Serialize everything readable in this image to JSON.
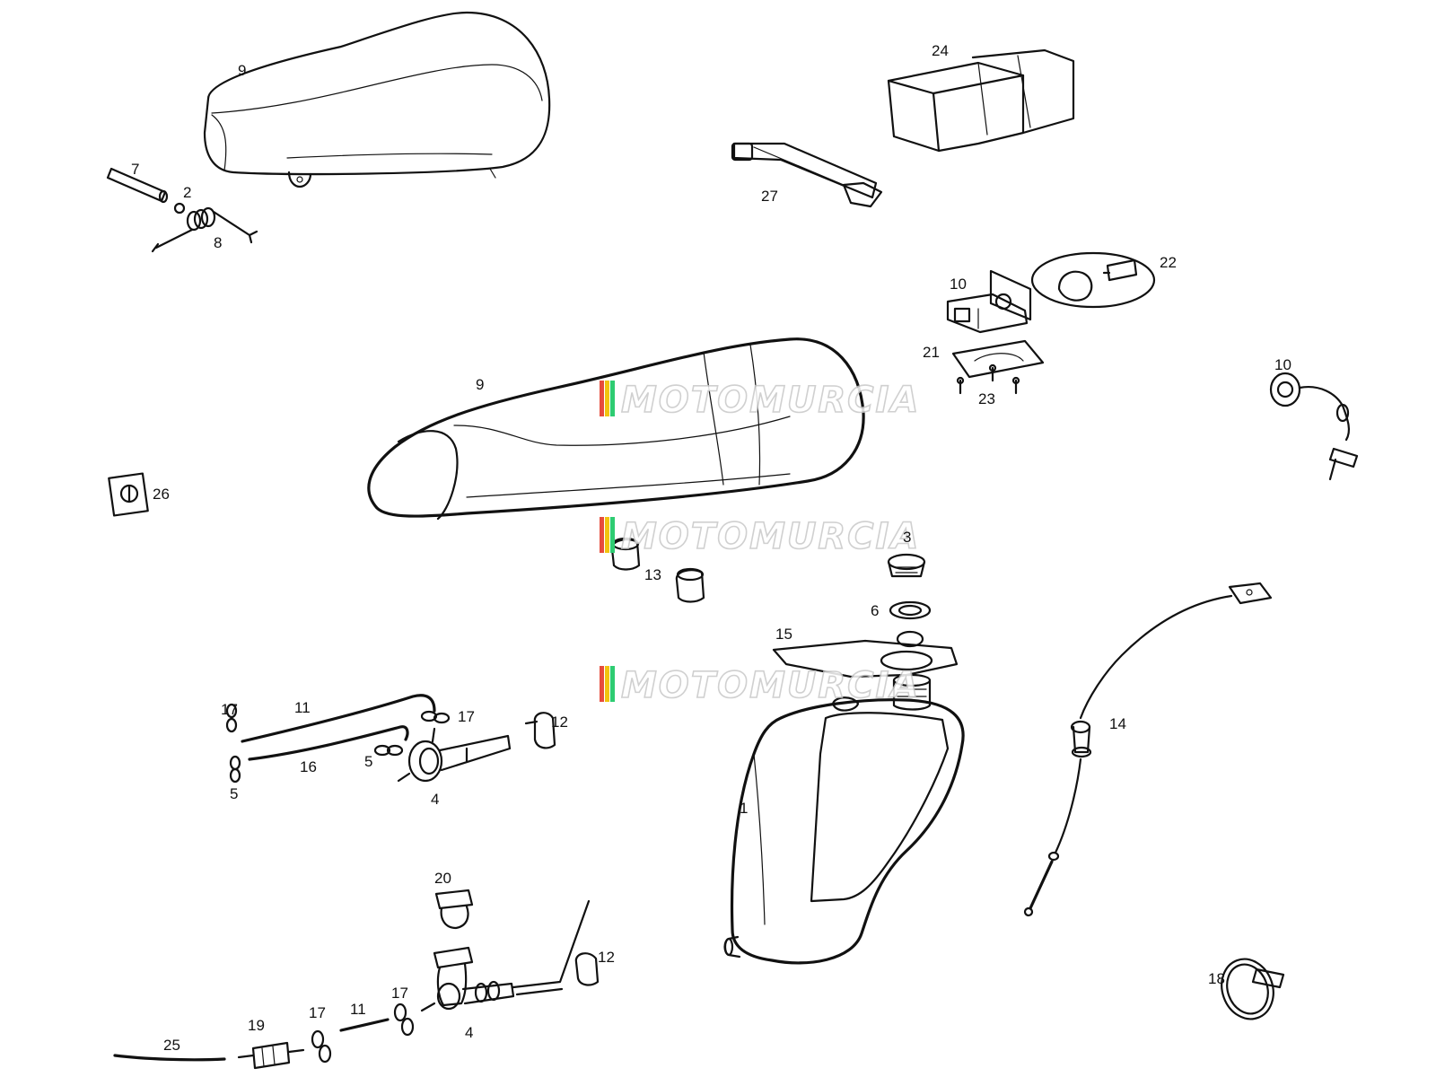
{
  "watermark": {
    "text": "MOTOMURCIA",
    "stripe_colors": [
      "#e74c3c",
      "#f1c40f",
      "#2ecc71"
    ]
  },
  "callouts": [
    {
      "id": "c-9-top",
      "label": "9"
    },
    {
      "id": "c-7",
      "label": "7"
    },
    {
      "id": "c-2",
      "label": "2"
    },
    {
      "id": "c-8",
      "label": "8"
    },
    {
      "id": "c-24",
      "label": "24"
    },
    {
      "id": "c-27",
      "label": "27"
    },
    {
      "id": "c-10-top",
      "label": "10"
    },
    {
      "id": "c-22",
      "label": "22"
    },
    {
      "id": "c-21",
      "label": "21"
    },
    {
      "id": "c-23",
      "label": "23"
    },
    {
      "id": "c-10-right",
      "label": "10"
    },
    {
      "id": "c-9-mid",
      "label": "9"
    },
    {
      "id": "c-26",
      "label": "26"
    },
    {
      "id": "c-13",
      "label": "13"
    },
    {
      "id": "c-3",
      "label": "3"
    },
    {
      "id": "c-6",
      "label": "6"
    },
    {
      "id": "c-15",
      "label": "15"
    },
    {
      "id": "c-17-left",
      "label": "17"
    },
    {
      "id": "c-11-upper",
      "label": "11"
    },
    {
      "id": "c-17-mid",
      "label": "17"
    },
    {
      "id": "c-12-upper",
      "label": "12"
    },
    {
      "id": "c-16",
      "label": "16"
    },
    {
      "id": "c-5-mid",
      "label": "5"
    },
    {
      "id": "c-5-left",
      "label": "5"
    },
    {
      "id": "c-4-upper",
      "label": "4"
    },
    {
      "id": "c-14",
      "label": "14"
    },
    {
      "id": "c-1",
      "label": "1"
    },
    {
      "id": "c-20",
      "label": "20"
    },
    {
      "id": "c-12-lower",
      "label": "12"
    },
    {
      "id": "c-19",
      "label": "19"
    },
    {
      "id": "c-17-lower-a",
      "label": "17"
    },
    {
      "id": "c-11-lower",
      "label": "11"
    },
    {
      "id": "c-17-lower-b",
      "label": "17"
    },
    {
      "id": "c-25",
      "label": "25"
    },
    {
      "id": "c-4-lower",
      "label": "4"
    },
    {
      "id": "c-18",
      "label": "18"
    }
  ]
}
